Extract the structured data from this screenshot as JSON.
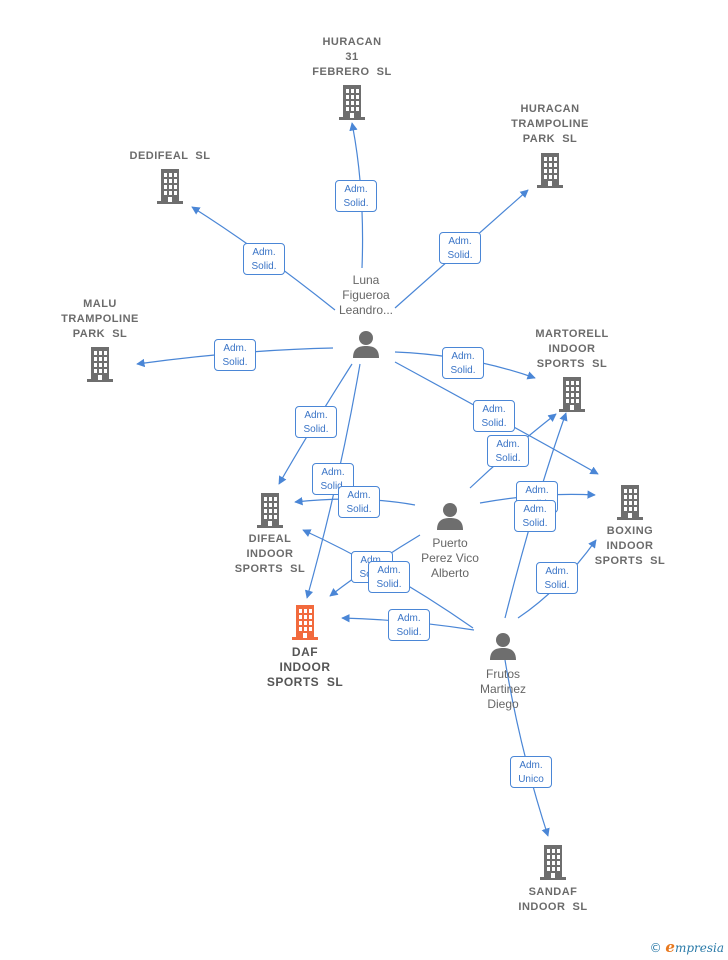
{
  "colors": {
    "edge": "#4a86d6",
    "node_gray": "#6e6e6e",
    "node_focus": "#f26a3d",
    "label_text": "#6b6b6b"
  },
  "companies": [
    {
      "id": "huracan31",
      "label": "HURACAN\n31\nFEBRERO  SL",
      "icon": "building-icon"
    },
    {
      "id": "huracantramp",
      "label": "HURACAN\nTRAMPOLINE\nPARK  SL",
      "icon": "building-icon"
    },
    {
      "id": "dedifeal",
      "label": "DEDIFEAL  SL",
      "icon": "building-icon"
    },
    {
      "id": "malu",
      "label": "MALU\nTRAMPOLINE\nPARK  SL",
      "icon": "building-icon"
    },
    {
      "id": "martorell",
      "label": "MARTORELL\nINDOOR\nSPORTS  SL",
      "icon": "building-icon"
    },
    {
      "id": "boxing",
      "label": "BOXING\nINDOOR\nSPORTS  SL",
      "icon": "building-icon"
    },
    {
      "id": "difeal",
      "label": "DIFEAL\nINDOOR\nSPORTS  SL",
      "icon": "building-icon"
    },
    {
      "id": "daf",
      "label": "DAF\nINDOOR\nSPORTS  SL",
      "icon": "building-icon",
      "focus": true
    },
    {
      "id": "sandaf",
      "label": "SANDAF\nINDOOR  SL",
      "icon": "building-icon"
    }
  ],
  "people": [
    {
      "id": "luna",
      "label": "Luna\nFigueroa\nLeandro...",
      "icon": "person-icon"
    },
    {
      "id": "puerto",
      "label": "Puerto\nPerez Vico\nAlberto",
      "icon": "person-icon"
    },
    {
      "id": "frutos",
      "label": "Frutos\nMartinez\nDiego",
      "icon": "person-icon"
    }
  ],
  "edges": [
    {
      "from": "luna",
      "to": "huracan31",
      "role": "Adm.\nSolid."
    },
    {
      "from": "luna",
      "to": "huracantramp",
      "role": "Adm.\nSolid."
    },
    {
      "from": "luna",
      "to": "dedifeal",
      "role": "Adm.\nSolid."
    },
    {
      "from": "luna",
      "to": "malu",
      "role": "Adm.\nSolid."
    },
    {
      "from": "luna",
      "to": "martorell",
      "role": "Adm.\nSolid."
    },
    {
      "from": "luna",
      "to": "boxing",
      "role": "Adm.\nSolid."
    },
    {
      "from": "luna",
      "to": "difeal",
      "role": "Adm.\nSolid."
    },
    {
      "from": "luna",
      "to": "daf",
      "role": "Adm.\nSolid."
    },
    {
      "from": "puerto",
      "to": "difeal",
      "role": "Adm.\nSolid."
    },
    {
      "from": "puerto",
      "to": "martorell",
      "role": "Adm.\nSolid."
    },
    {
      "from": "puerto",
      "to": "boxing",
      "role": "Adm.\nSolid."
    },
    {
      "from": "puerto",
      "to": "daf",
      "role": "Adm.\nSolid."
    },
    {
      "from": "frutos",
      "to": "difeal",
      "role": "Adm.\nSolid."
    },
    {
      "from": "frutos",
      "to": "daf",
      "role": "Adm.\nSolid."
    },
    {
      "from": "frutos",
      "to": "martorell",
      "role": "Adm.\nSolid."
    },
    {
      "from": "frutos",
      "to": "boxing",
      "role": "Adm.\nSolid."
    },
    {
      "from": "frutos",
      "to": "sandaf",
      "role": "Adm.\nUnico"
    }
  ],
  "footer": {
    "copyright_symbol": "©",
    "brand_initial": "e",
    "brand_rest": "mpresia"
  }
}
